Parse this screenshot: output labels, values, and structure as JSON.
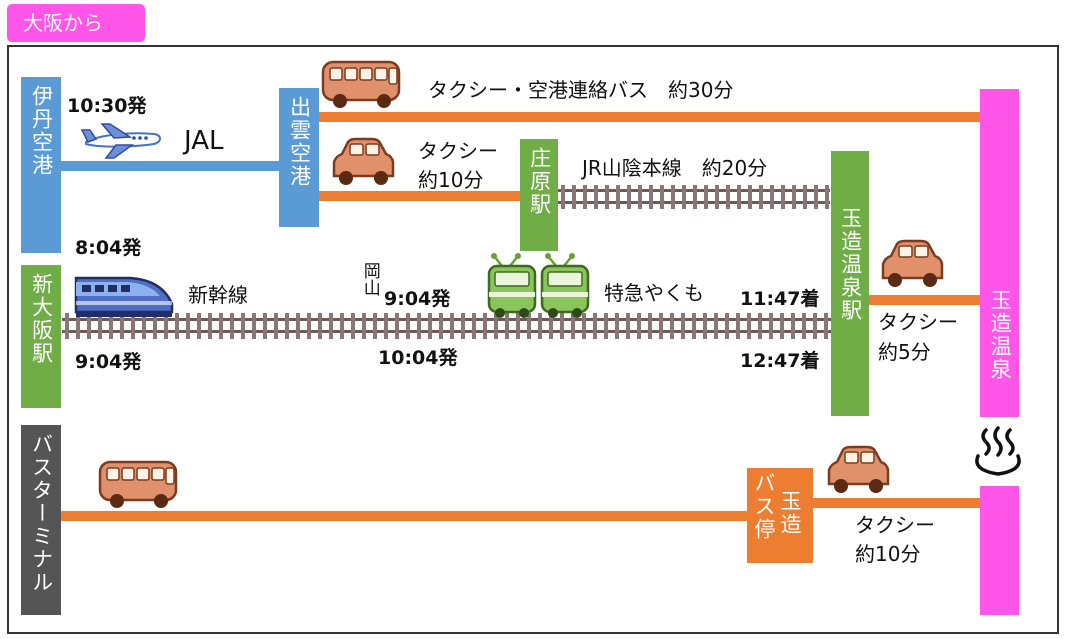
{
  "tab_label": "大阪から",
  "stations": {
    "itami": "伊丹空港",
    "izumo_airport": "出雲空港",
    "shobara": "庄原駅",
    "tamatsukuri_station": "玉造温泉駅",
    "shin_osaka": "新大阪駅",
    "bus_terminal": "バスターミナル",
    "tamatsukuri_bus_col1": "玉造",
    "tamatsukuri_bus_col2": "バス停",
    "tamatsukuri_onsen": "玉造温泉",
    "okayama": "岡山"
  },
  "labels": {
    "dep_1030": "10:30発",
    "jal": "JAL",
    "taxi_airport_bus": "タクシー・空港連絡バス　約30分",
    "taxi_10_line1": "タクシー",
    "taxi_10_line2": "約10分",
    "jr_sanin": "JR山陰本線　約20分",
    "dep_804": "8:04発",
    "shinkansen": "新幹線",
    "dep_904_okayama": "9:04発",
    "yakumo": "特急やくも",
    "arr_1147": "11:47着",
    "dep_904_shinosaka": "9:04発",
    "dep_1004": "10:04発",
    "arr_1247": "12:47着",
    "taxi_5_line1": "タクシー",
    "taxi_5_line2": "約5分",
    "taxi_10b_line1": "タクシー",
    "taxi_10b_line2": "約10分"
  },
  "colors": {
    "pink": "#ff55e8",
    "blue": "#5b9bd5",
    "orange": "#ed7d31",
    "green": "#70ad47",
    "gray": "#555555"
  },
  "icons": {
    "airplane": "airplane-icon",
    "bus": "bus-icon",
    "taxi": "taxi-icon",
    "bullet_train": "shinkansen-icon",
    "express_train": "express-train-icon",
    "hot_spring": "hot-spring-icon"
  }
}
